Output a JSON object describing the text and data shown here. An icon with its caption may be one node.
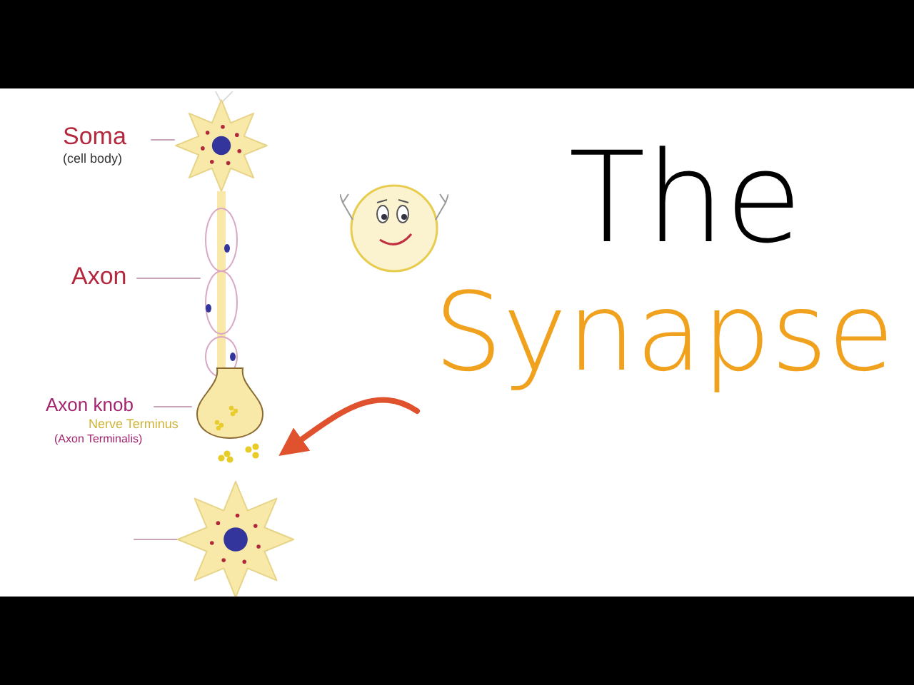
{
  "diagram": {
    "title": "The Synapse",
    "nodes": [
      {
        "text": [
          "Soma",
          "(cell body)"
        ]
      },
      {
        "text": [],
        "shape": "picture"
      },
      {
        "text": [
          "Axon"
        ]
      },
      {
        "text": [],
        "shape": "picture"
      },
      {
        "text": [
          "Axon knob",
          "Nerve Terminus",
          "(Axon Terminalis)"
        ]
      },
      {
        "text": [],
        "shape": "picture"
      },
      {
        "text": [],
        "shape": "picture"
      },
      {
        "text": [],
        "shape": "picture"
      }
    ],
    "edges": [
      {
        "from": 0,
        "to": 1,
        "arrow": "none"
      },
      {
        "from": 2,
        "to": 3,
        "arrow": "none"
      },
      {
        "from": 4,
        "to": 5,
        "arrow": "none"
      },
      {
        "from": null,
        "to": 6,
        "arrow": "to",
        "style": "thick",
        "color": "#e0522e"
      },
      {
        "from": null,
        "to": 7,
        "arrow": "none"
      }
    ]
  }
}
